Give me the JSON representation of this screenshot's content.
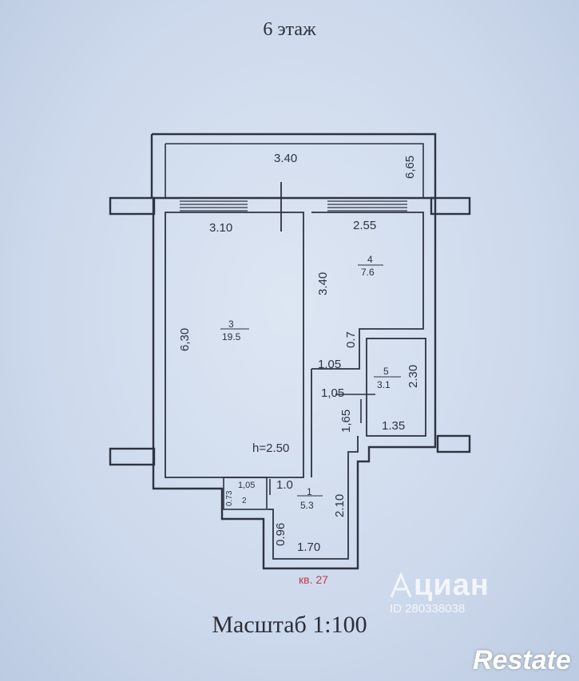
{
  "header": {
    "floor_label": "6 этаж"
  },
  "footer": {
    "scale_label": "Масштаб 1:100"
  },
  "plan": {
    "apartment_label": "кв. 27",
    "height_label": "h=2.50",
    "rooms": [
      {
        "number": "3",
        "area": "19.5"
      },
      {
        "number": "4",
        "area": "7.6"
      },
      {
        "number": "5",
        "area": "3.1"
      },
      {
        "number": "1",
        "area": "5.3"
      },
      {
        "number": "2",
        "area": ""
      }
    ],
    "dimensions": {
      "balcony_width": "3.40",
      "balcony_depth": "6,65",
      "room3_width": "3.10",
      "room3_length": "6,30",
      "room4_width": "2.55",
      "room4_length": "3.40",
      "notch": "0.7",
      "corridor_top": "1.05",
      "corridor_mid": "1,05",
      "corridor_side": "1,65",
      "bath_width": "1.35",
      "bath_length": "2.30",
      "hall_length": "2.10",
      "hall_width": "1.70",
      "hall_step": "0.96",
      "wc_width": "1,05",
      "wc_depth": "0.73",
      "door": "1.0"
    }
  },
  "watermarks": {
    "cian_brand": "циан",
    "cian_id": "ID 280338038",
    "restate": "Restate"
  }
}
